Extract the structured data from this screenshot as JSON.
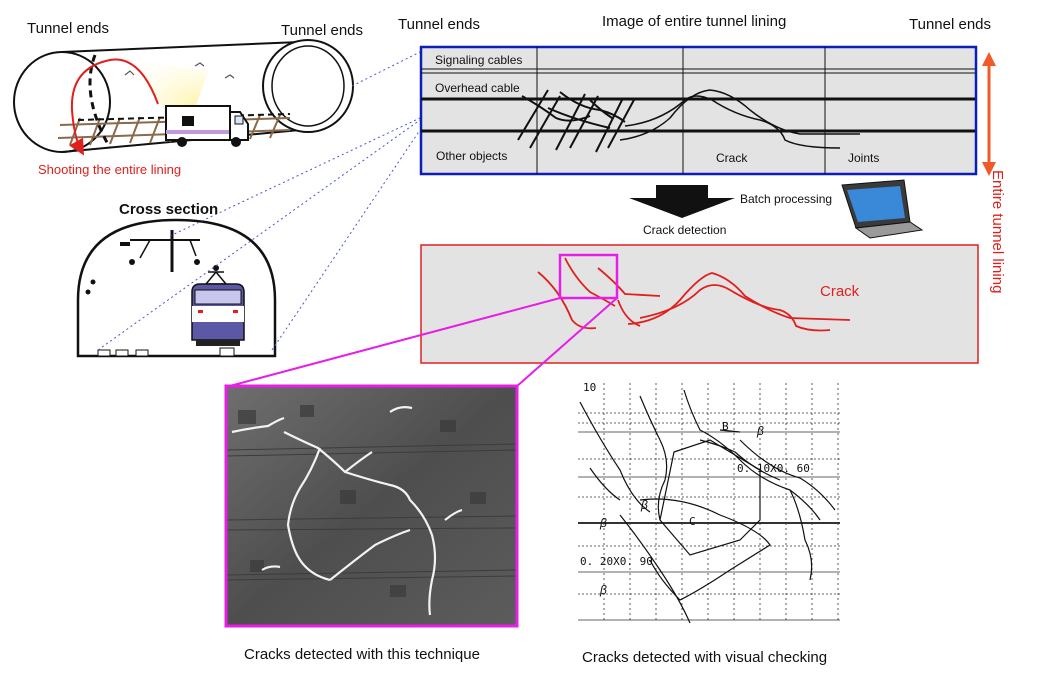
{
  "labels": {
    "tunnel_ends_1": "Tunnel ends",
    "tunnel_ends_2": "Tunnel ends",
    "tunnel_ends_3": "Tunnel ends",
    "tunnel_ends_4": "Tunnel ends",
    "image_title": "Image of entire tunnel lining",
    "entire_tunnel_lining": "Entire tunnel lining",
    "shooting": "Shooting the entire lining",
    "cross_section": "Cross section",
    "signaling_cables": "Signaling cables",
    "overhead_cable": "Overhead cable",
    "other_objects": "Other objects",
    "crack": "Crack",
    "joints": "Joints",
    "batch_processing": "Batch processing",
    "crack_detection": "Crack detection",
    "crack_red": "Crack",
    "caption_technique": "Cracks detected with this technique",
    "caption_visual": "Cracks detected with visual checking"
  },
  "drawing_labels": {
    "top_number": "10",
    "b_mark": "B",
    "beta_1": "β",
    "beta_2": "β",
    "beta_3": "β",
    "beta_4": "β",
    "c_mark": "C",
    "size_1": "0. 10X0. 60",
    "size_2": "0. 20X0. 90"
  },
  "colors": {
    "blue_frame": "#0b1fb8",
    "red_frame": "#e0201e",
    "magenta": "#e61ee6",
    "red_text": "#e0201e",
    "panel_gray": "#e3e3e3"
  }
}
